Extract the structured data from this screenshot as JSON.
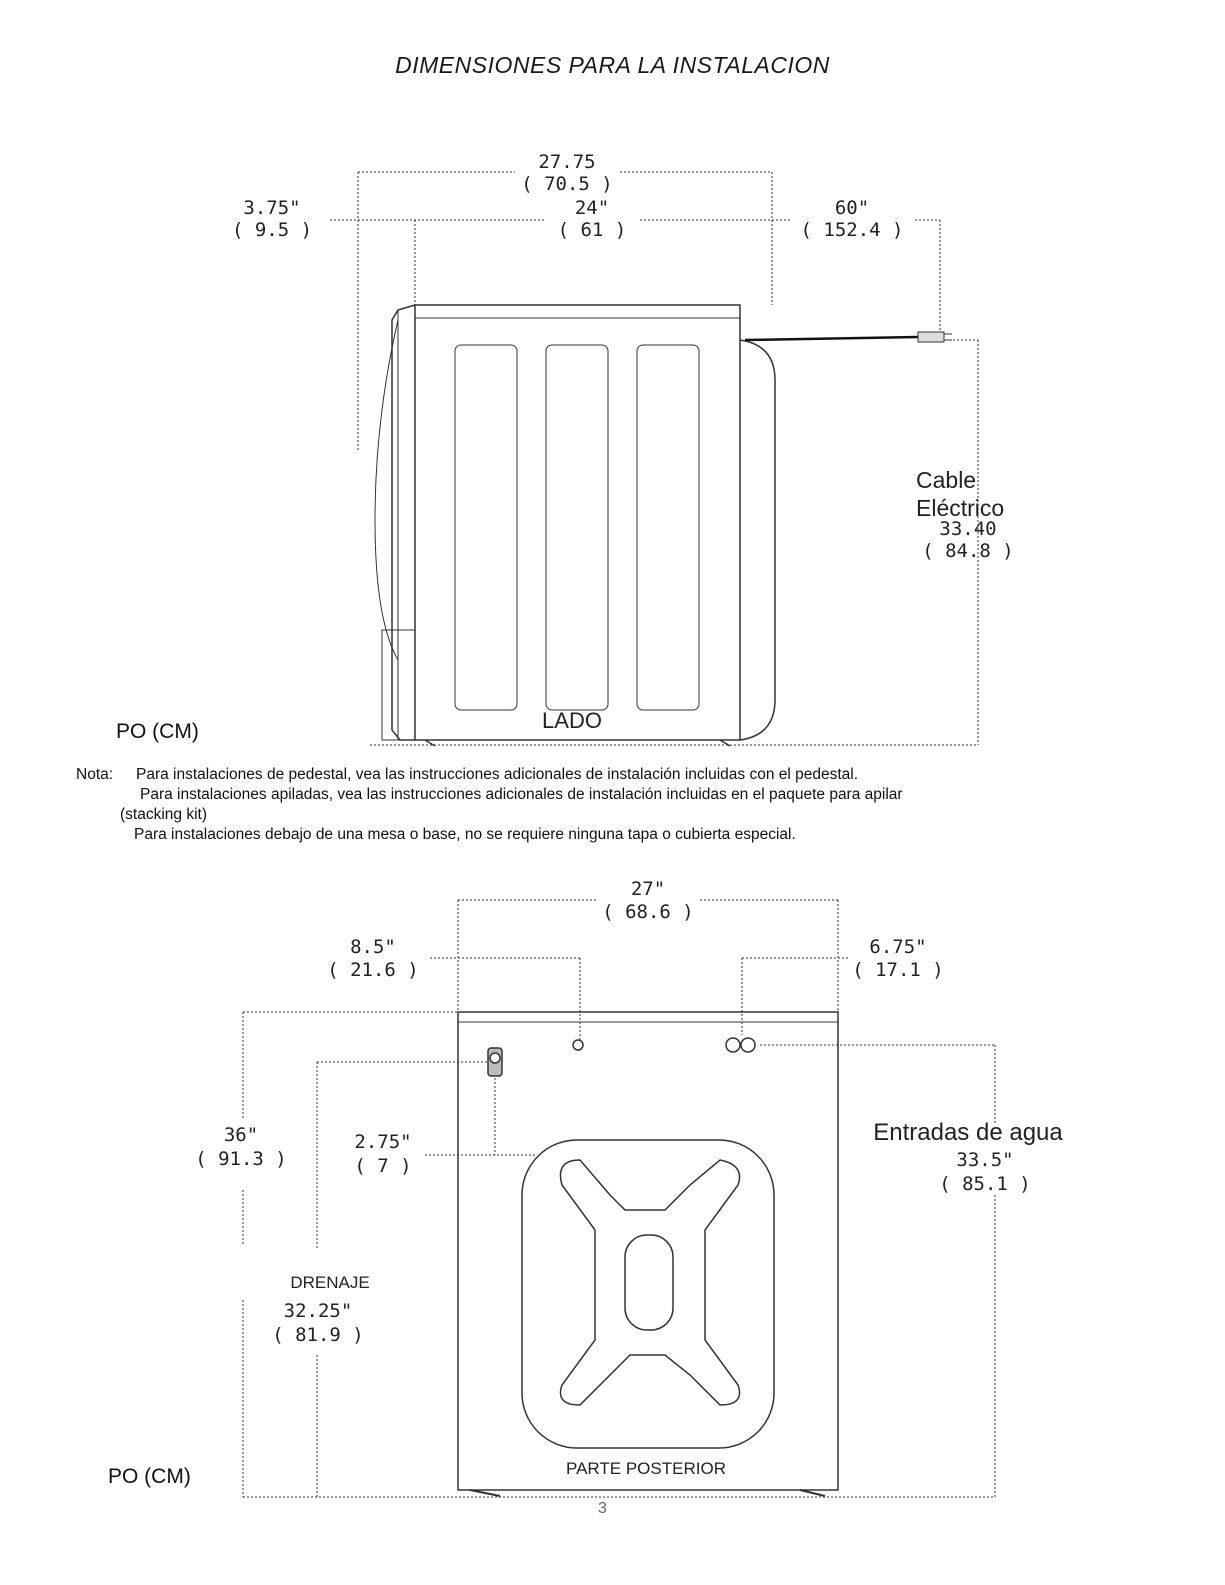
{
  "title": "DIMENSIONES PARA LA INSTALACION",
  "side_view": {
    "dim_total_in": "27.75",
    "dim_total_cm": "( 70.5 )",
    "dim_door_in": "3.75\"",
    "dim_door_cm": "( 9.5 )",
    "dim_depth_in": "24\"",
    "dim_depth_cm": "( 61 )",
    "dim_cable_len_in": "60\"",
    "dim_cable_len_cm": "( 152.4 )",
    "cable_label_1": "Cable",
    "cable_label_2": "Eléctrico",
    "dim_cable_height_in": "33.40",
    "dim_cable_height_cm": "( 84.8 )",
    "view_label": "LADO",
    "unit_label": "PO (CM)"
  },
  "note": {
    "prefix": "Nota:",
    "line1": "Para instalaciones de pedestal, vea las instrucciones adicionales de instalación incluidas con el pedestal.",
    "line2": "Para instalaciones apiladas, vea las instrucciones adicionales de instalación incluidas en el paquete para apilar",
    "line3": "(stacking kit)",
    "line4": "Para instalaciones debajo de una mesa o base, no se requiere ninguna tapa o cubierta especial."
  },
  "rear_view": {
    "dim_width_in": "27\"",
    "dim_width_cm": "( 68.6 )",
    "dim_left_in": "8.5\"",
    "dim_left_cm": "( 21.6 )",
    "dim_right_in": "6.75\"",
    "dim_right_cm": "( 17.1 )",
    "dim_height_in": "36\"",
    "dim_height_cm": "( 91.3 )",
    "dim_drain_offset_in": "2.75\"",
    "dim_drain_offset_cm": "( 7 )",
    "water_label": "Entradas de agua",
    "dim_water_in": "33.5\"",
    "dim_water_cm": "( 85.1 )",
    "drain_label": "DRENAJE",
    "dim_drain_in": "32.25\"",
    "dim_drain_cm": "( 81.9 )",
    "view_label": "PARTE POSTERIOR",
    "unit_label": "PO (CM)"
  },
  "page_number": "3"
}
